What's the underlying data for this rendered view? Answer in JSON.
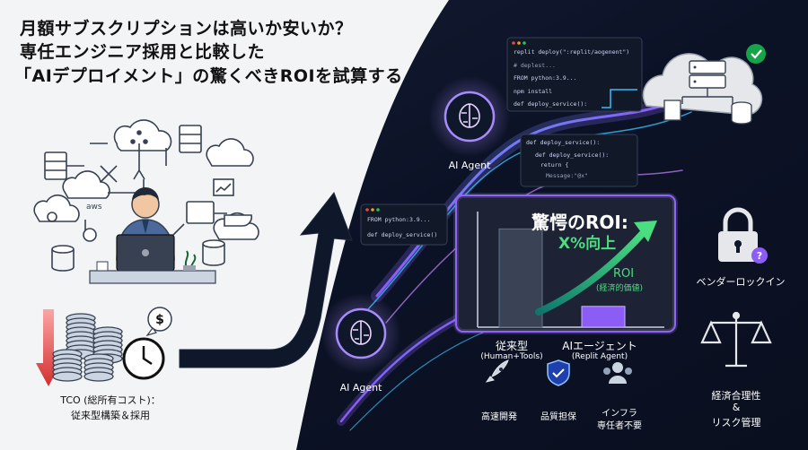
{
  "title": {
    "line1": "月額サブスクリプションは高いか安いか？",
    "line2": "専任エンジニア採用と比較した",
    "line3": "「AIデプロイメント」の驚くべきROIを試算する"
  },
  "left": {
    "aws_label": "aws",
    "tco_line1": "TCO (総所有コスト)：",
    "tco_line2": "従来型構築＆採用",
    "dollar": "$"
  },
  "agents": {
    "label_top": "AI Agent",
    "label_bottom": "AI Agent"
  },
  "code_top": {
    "lines": [
      "replit deploy(\":replit/aogenent\")",
      "# deplest...",
      "FROM python:3.9...",
      "npm install",
      "def deploy_service():"
    ]
  },
  "code_mid": {
    "lines": [
      "def deploy_service():",
      "def deploy_service():",
      "return {",
      "Message:\"@x\""
    ]
  },
  "code_left": {
    "lines": [
      "FROM python:3.9...",
      "def deploy_service()"
    ]
  },
  "roi_panel": {
    "headline": "驚愕のROI:",
    "subhead": "X%向上",
    "roi_label": "ROI",
    "roi_sub": "(経済的価値)"
  },
  "chart_data": {
    "type": "bar",
    "categories": [
      "従来型",
      "AIエージェント"
    ],
    "category_sub": [
      "(Human+Tools)",
      "(Replit Agent)"
    ],
    "values": [
      0.85,
      0.18
    ],
    "ylim": [
      0,
      1
    ],
    "colors": [
      "#3a4255",
      "#8b5cf6"
    ]
  },
  "features": [
    {
      "icon": "rocket-icon",
      "label": "高速開発"
    },
    {
      "icon": "shield-check-icon",
      "label": "品質担保"
    },
    {
      "icon": "people-icon",
      "label": "インフラ",
      "label2": "専任者不要"
    }
  ],
  "right": {
    "vendor_lock": "ベンダーロックイン",
    "question": "?",
    "econ1": "経済合理性",
    "econ2": "&",
    "econ3": "リスク管理"
  },
  "colors": {
    "accent_purple": "#8b5cf6",
    "accent_green": "#4ade80",
    "accent_blue": "#38bdf8",
    "cost_red": "#d32f2f"
  }
}
